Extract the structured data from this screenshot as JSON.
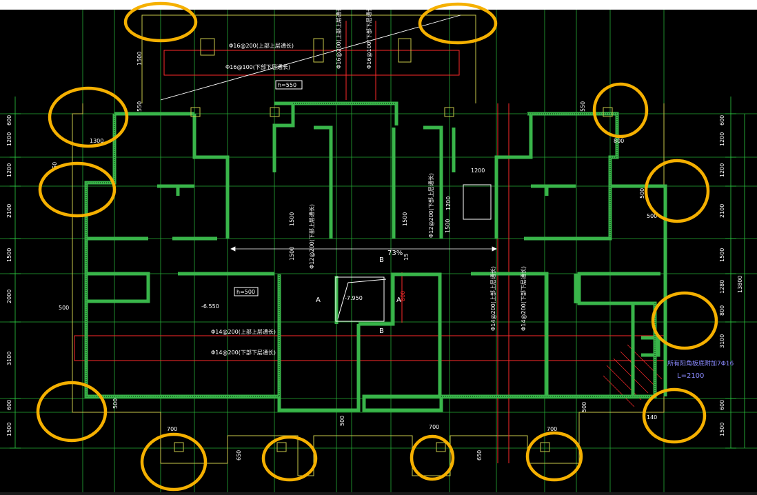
{
  "colors": {
    "background": "#000000",
    "grid_line": "#2ecc40",
    "wall": "#39b54a",
    "annotation": "#ffffff",
    "dimension": "#ffff66",
    "rebar": "#ff2a2a",
    "highlight_circle": "#f5b000",
    "note": "#8a8aff"
  },
  "labels": {
    "top_rebar_upper": "Φ16@200(上部上层通长)",
    "top_rebar_lower": "Φ16@100(下部下层通长)",
    "top_vertical_1": "Φ16@200(上部上层通长)",
    "top_vertical_2": "Φ16@100(下部下层通长)",
    "h_top": "h=550",
    "h_mid": "h=500",
    "elev_mid": "-6.550",
    "elev_pit": "-7.950",
    "mid_rebar_upper": "Φ14@200(上部上层通长)",
    "mid_rebar_lower": "Φ14@200(下部下层通长)",
    "ramp_rebar_left": "Φ12@200(下部上层通长)",
    "ramp_rebar_right": "Φ12@200(下部上层通长)",
    "right_vert_1": "Φ14@200(上部上层通长)",
    "right_vert_2": "Φ14@200(下部下层通长)",
    "slope": "73%",
    "section_a_left": "A",
    "section_a_right": "A",
    "section_b_top": "B",
    "section_b_bottom": "B",
    "note_corner": "所有阳角板底附加7Φ16",
    "note_length": "L=2100"
  },
  "left_dims": [
    "600",
    "1200",
    "1200",
    "2100",
    "1500",
    "2000",
    "3100",
    "600",
    "1500"
  ],
  "right_dims": [
    "600",
    "1200",
    "1200",
    "2100",
    "1500",
    "1280",
    "800",
    "3100",
    "600",
    "1500"
  ],
  "right_total": "13800",
  "misc_dims": {
    "top_left_height": "1500",
    "top_left_small": "550",
    "top_right_small": "550",
    "left_1300": "1300",
    "left_50": "50",
    "left_500": "500",
    "right_800": "800",
    "right_500a": "500",
    "right_500b": "500",
    "mid_1200": "1200",
    "mid_1200v": "1200",
    "mid_1500a": "1500",
    "mid_1500b": "1500",
    "mid_1500c": "1500",
    "mid_1500d": "1500",
    "mid_15": "15",
    "pit_800": "800",
    "bot_500a": "500",
    "bot_500b": "500",
    "bot_500c": "500",
    "bot_700a": "700",
    "bot_700b": "700",
    "bot_700c": "700",
    "bot_650a": "650",
    "bot_650b": "650",
    "right_140": "140"
  }
}
